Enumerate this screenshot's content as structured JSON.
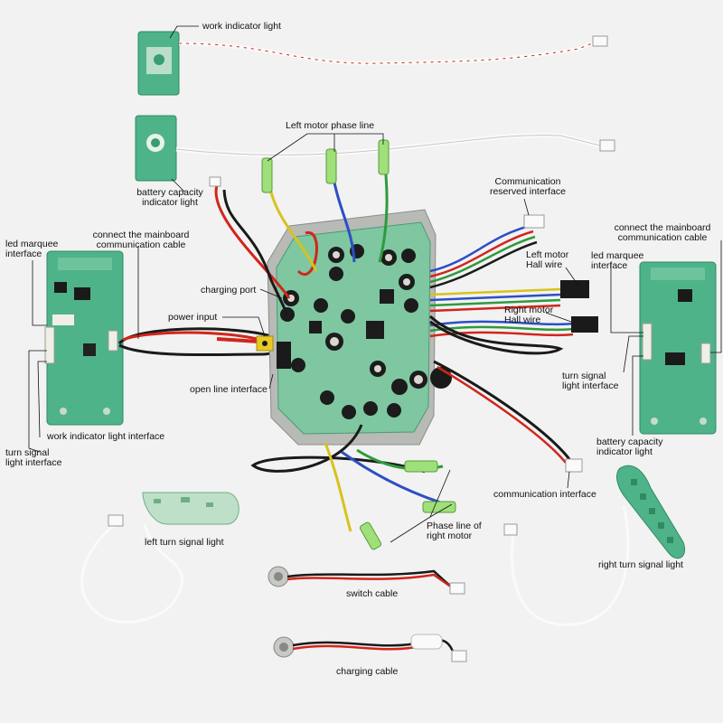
{
  "labels": {
    "work_indicator_light": "work indicator light",
    "left_motor_phase_line_1": "Left motor phase line",
    "battery_capacity_indicator_light_top_1": "battery capacity",
    "battery_capacity_indicator_light_top_2": "indicator light",
    "communication_reserved_interface_1": "Communication",
    "communication_reserved_interface_2": "reserved interface",
    "connect_mainboard_left_1": "connect the mainboard",
    "connect_mainboard_left_2": "communication cable",
    "led_marquee_interface_left_1": "led marquee",
    "led_marquee_interface_left_2": "interface",
    "charging_port": "charging port",
    "power_input": "power input",
    "open_line_interface": "open line interface",
    "work_indicator_light_interface": "work indicator light interface",
    "turn_signal_light_interface_left_1": "turn signal",
    "turn_signal_light_interface_left_2": "light interface",
    "left_motor_hall_wire_1": "Left motor",
    "left_motor_hall_wire_2": "Hall wire",
    "right_motor_hall_wire_1": "Right motor",
    "right_motor_hall_wire_2": "Hall wire",
    "connect_mainboard_right_1": "connect the mainboard",
    "connect_mainboard_right_2": "communication cable",
    "led_marquee_interface_right_1": "led marquee",
    "led_marquee_interface_right_2": "interface",
    "turn_signal_light_interface_right_1": "turn signal",
    "turn_signal_light_interface_right_2": "light interface",
    "battery_capacity_indicator_light_right_1": "battery capacity",
    "battery_capacity_indicator_light_right_2": "indicator light",
    "communication_interface": "communication interface",
    "left_turn_signal_light": "left turn signal light",
    "phase_line_right_motor_1": "Phase line of",
    "phase_line_right_motor_2": "right motor",
    "right_turn_signal_light": "right turn signal light",
    "switch_cable": "switch cable",
    "charging_cable": "charging cable"
  },
  "colors": {
    "background": "#f2f2f2",
    "pcb_green": "#4fb38a",
    "pcb_green_dark": "#2f8a63",
    "wire_red": "#d0261c",
    "wire_black": "#1a1a1a",
    "wire_yellow": "#d8c21e",
    "wire_blue": "#2c4fc4",
    "wire_green": "#2f9a3c",
    "wire_white": "#fafafa",
    "connector_green": "#9fe07a",
    "chassis_grey": "#b8bab6"
  }
}
